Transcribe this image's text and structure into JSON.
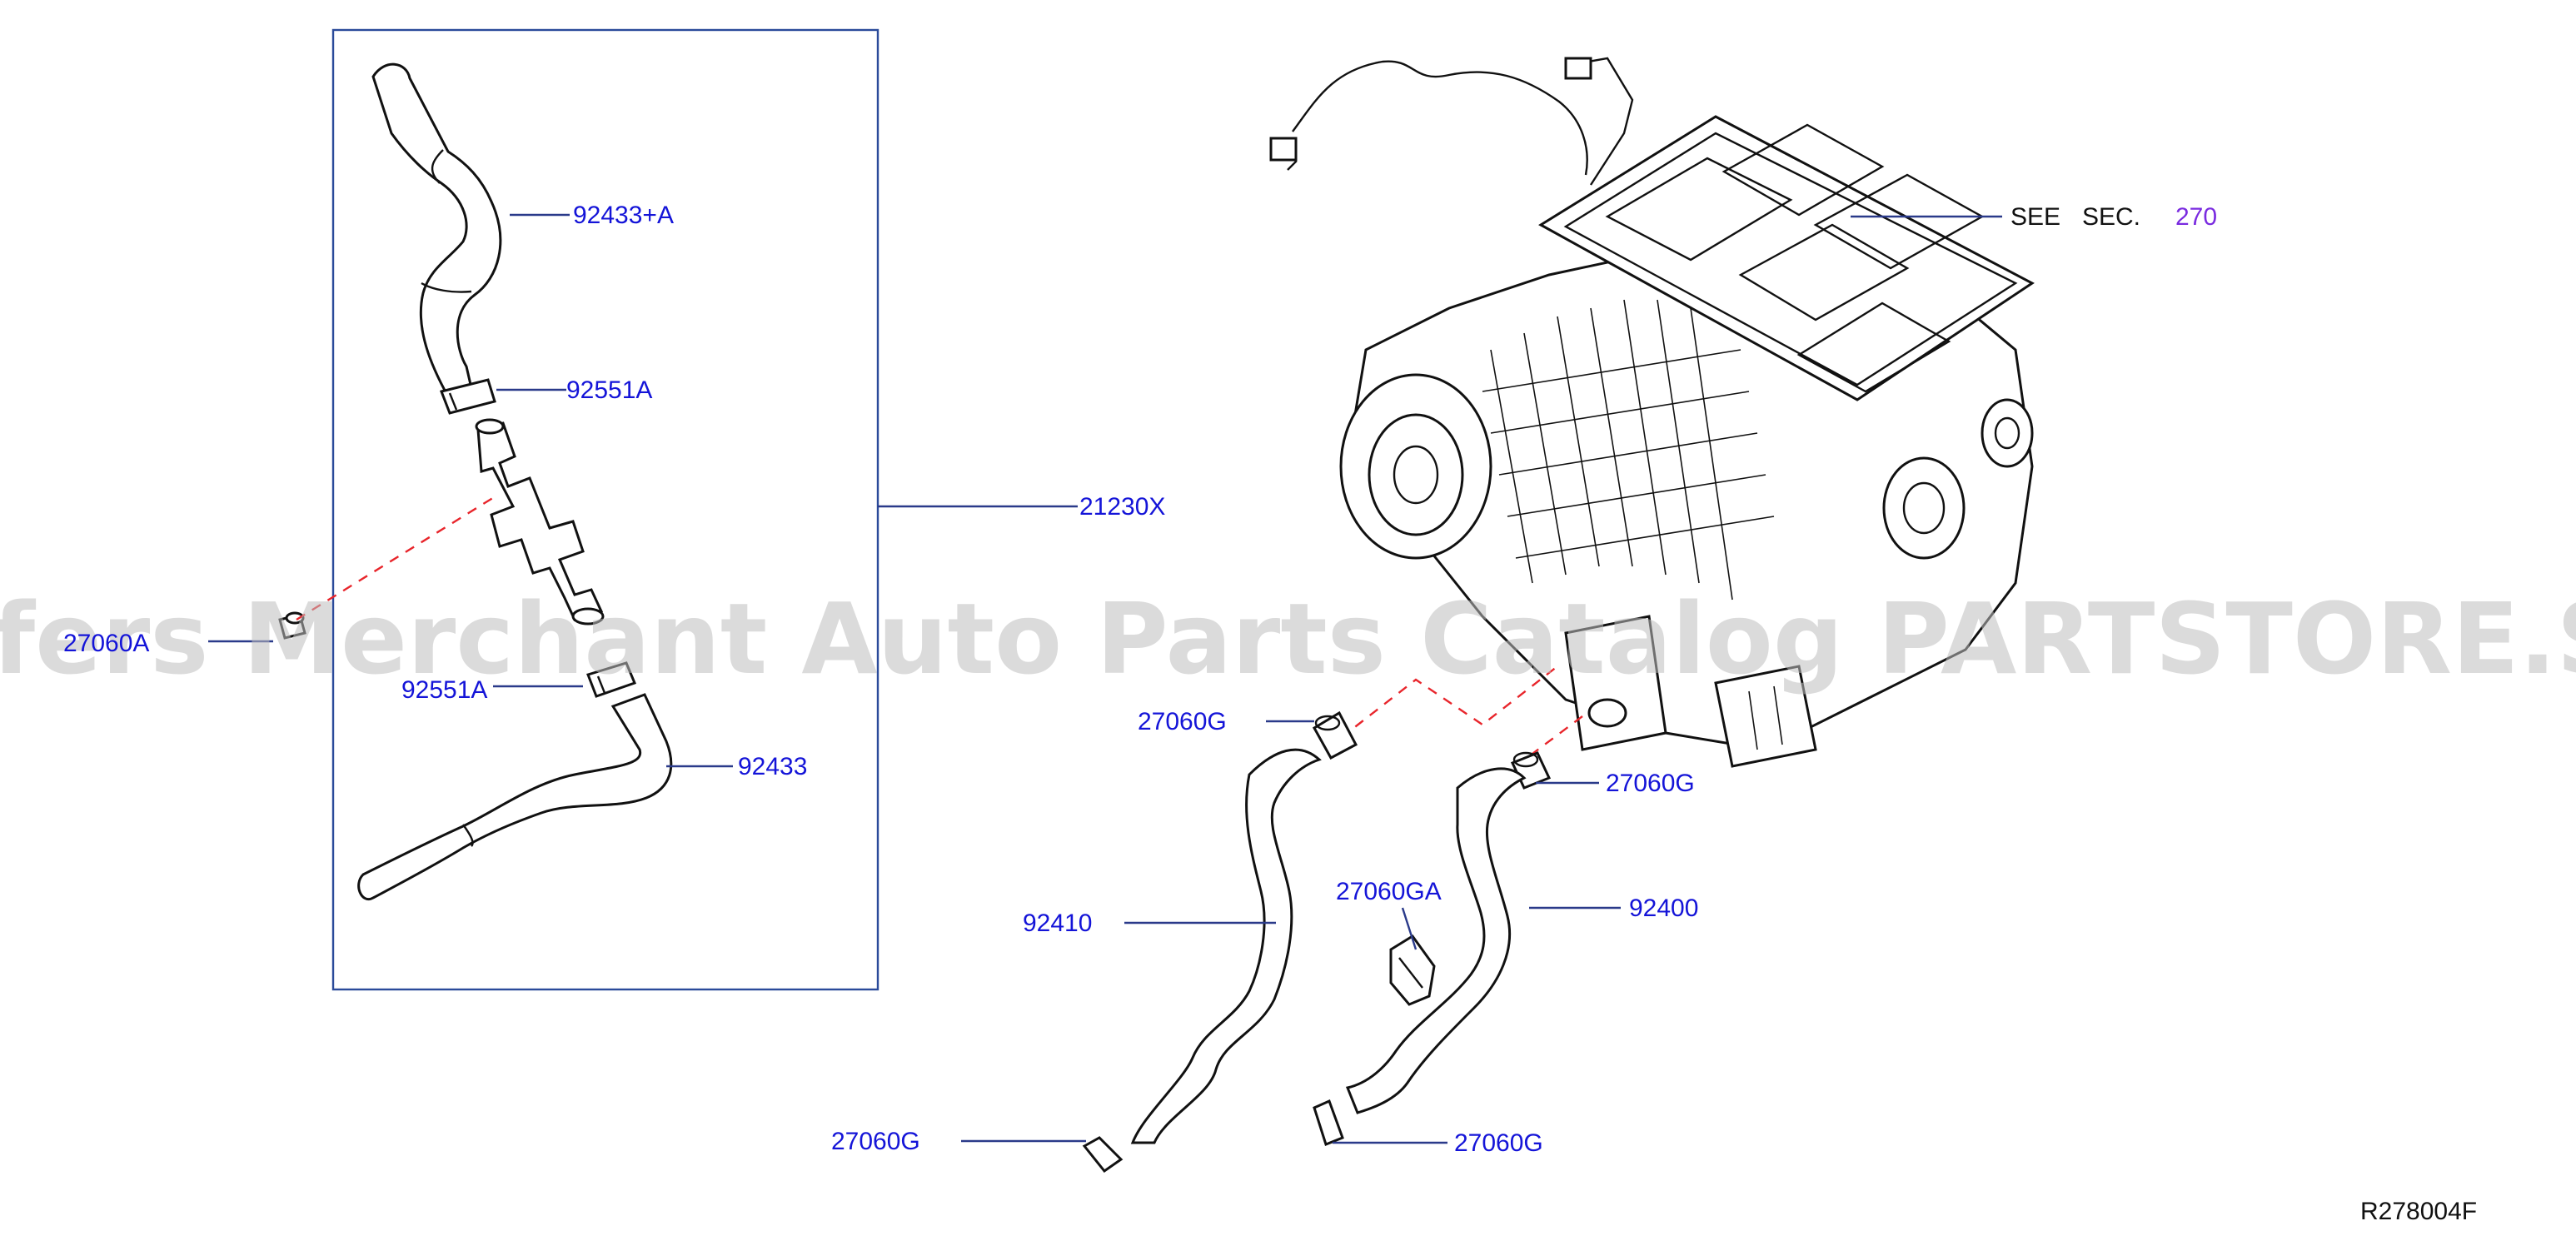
{
  "labels": {
    "l_92433A": "92433+A",
    "l_92551A_top": "92551A",
    "l_21230X": "21230X",
    "l_27060A": "27060A",
    "l_92551A_bot": "92551A",
    "l_92433": "92433",
    "l_27060G_top": "27060G",
    "l_27060G_right": "27060G",
    "l_27060GA": "27060GA",
    "l_92410": "92410",
    "l_92400": "92400",
    "l_27060G_bl": "27060G",
    "l_27060G_br": "27060G"
  },
  "see_sec": {
    "see": "SEE",
    "sec": "SEC.",
    "num": "270"
  },
  "ref_code": "R278004F",
  "watermark": "Offers Merchant Auto Parts Catalog PARTSTORE.SA",
  "colors": {
    "label_blue": "#1414d8",
    "section_purple": "#7a2be0",
    "dash_red": "#e8252b",
    "watermark_gray": "#bdbdbd"
  }
}
